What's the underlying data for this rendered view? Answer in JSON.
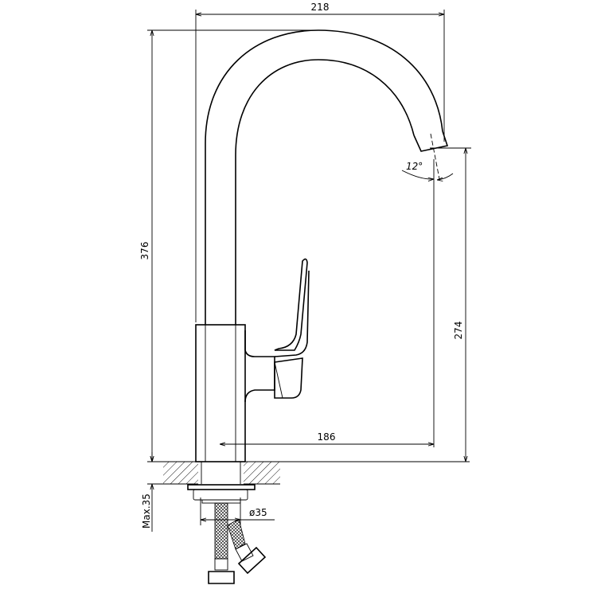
{
  "title": "Kitchen faucet technical drawing",
  "dimensions": {
    "width_total": "218",
    "height_total": "376",
    "spout_height": "274",
    "spout_reach": "186",
    "spout_angle": "12°",
    "max_counter_thickness": "Max.35",
    "hole_diameter": "ø35"
  },
  "colors": {
    "line": "#000000",
    "background": "#ffffff"
  }
}
